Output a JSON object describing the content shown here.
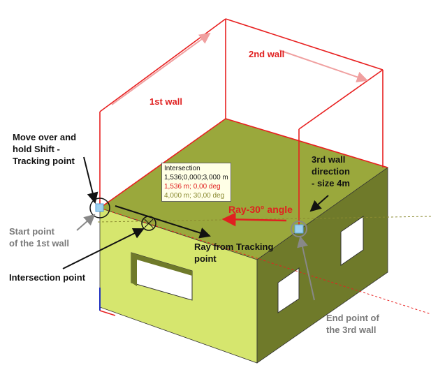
{
  "labels": {
    "wall1": "1st wall",
    "wall2": "2nd wall",
    "wall3_dir": "3rd wall\ndirection\n- size 4m",
    "tracking": "Move over and\nhold Shift -\nTracking point",
    "start_point": "Start point\nof the 1st wall",
    "intersection_point": "Intersection point",
    "ray_tracking": "Ray from Tracking\npoint",
    "ray_angle": "Ray-30° angle",
    "end_point": "End point of\nthe 3rd wall"
  },
  "tooltip": {
    "title": "Intersection",
    "coords": "1,536;0,000;3,000 m",
    "dist_angle_1": "1,536 m; 0,00 deg",
    "dist_angle_2": "4,000 m; 30,00 deg"
  },
  "colors": {
    "wall_line": "#e82020",
    "top_face": "#9aa83c",
    "left_face": "#d6e66e",
    "right_face": "#6f7a2a"
  }
}
